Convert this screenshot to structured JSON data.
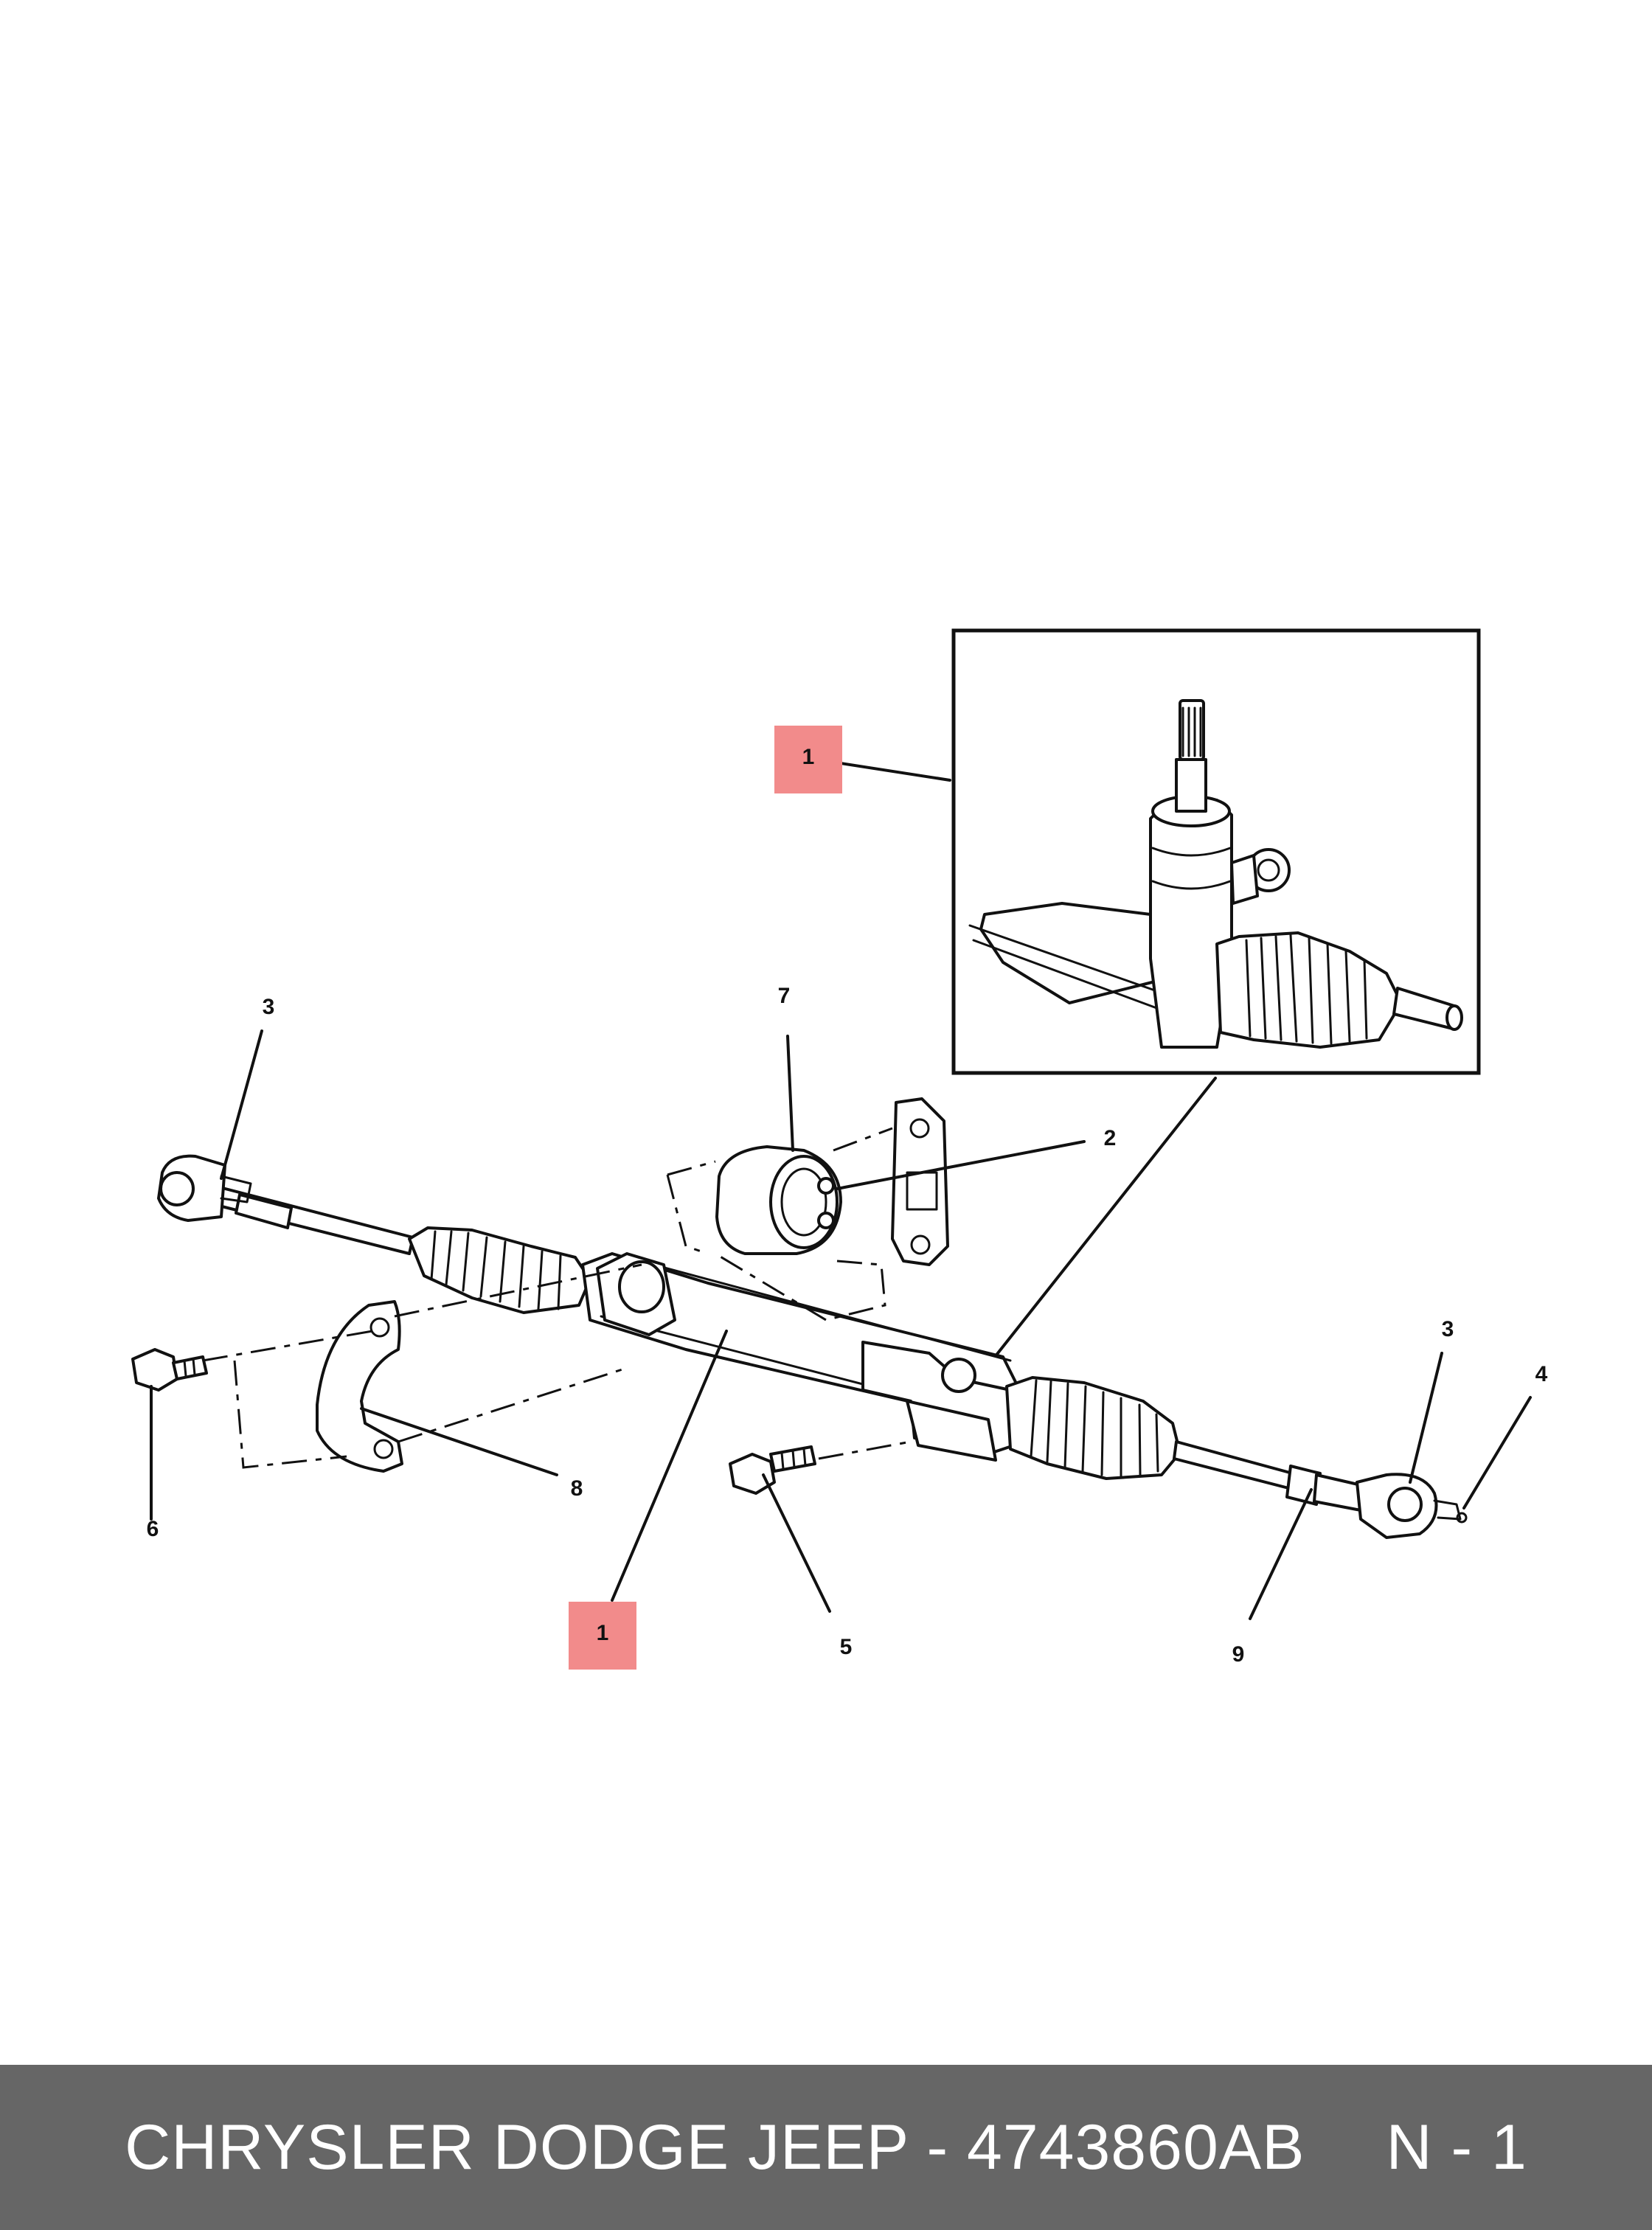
{
  "diagram": {
    "callouts": {
      "highlight_top": "1",
      "highlight_bottom": "1",
      "n2": "2",
      "n3_left": "3",
      "n3_right": "3",
      "n4": "4",
      "n5": "5",
      "n6": "6",
      "n7": "7",
      "n8": "8",
      "n9": "9"
    },
    "highlight_color": "#f28b8b",
    "line_color": "#111111"
  },
  "footer": {
    "part_label": "CHRYSLER DODGE JEEP - 4743860AB",
    "page_label": "N - 1",
    "background": "#666666"
  }
}
